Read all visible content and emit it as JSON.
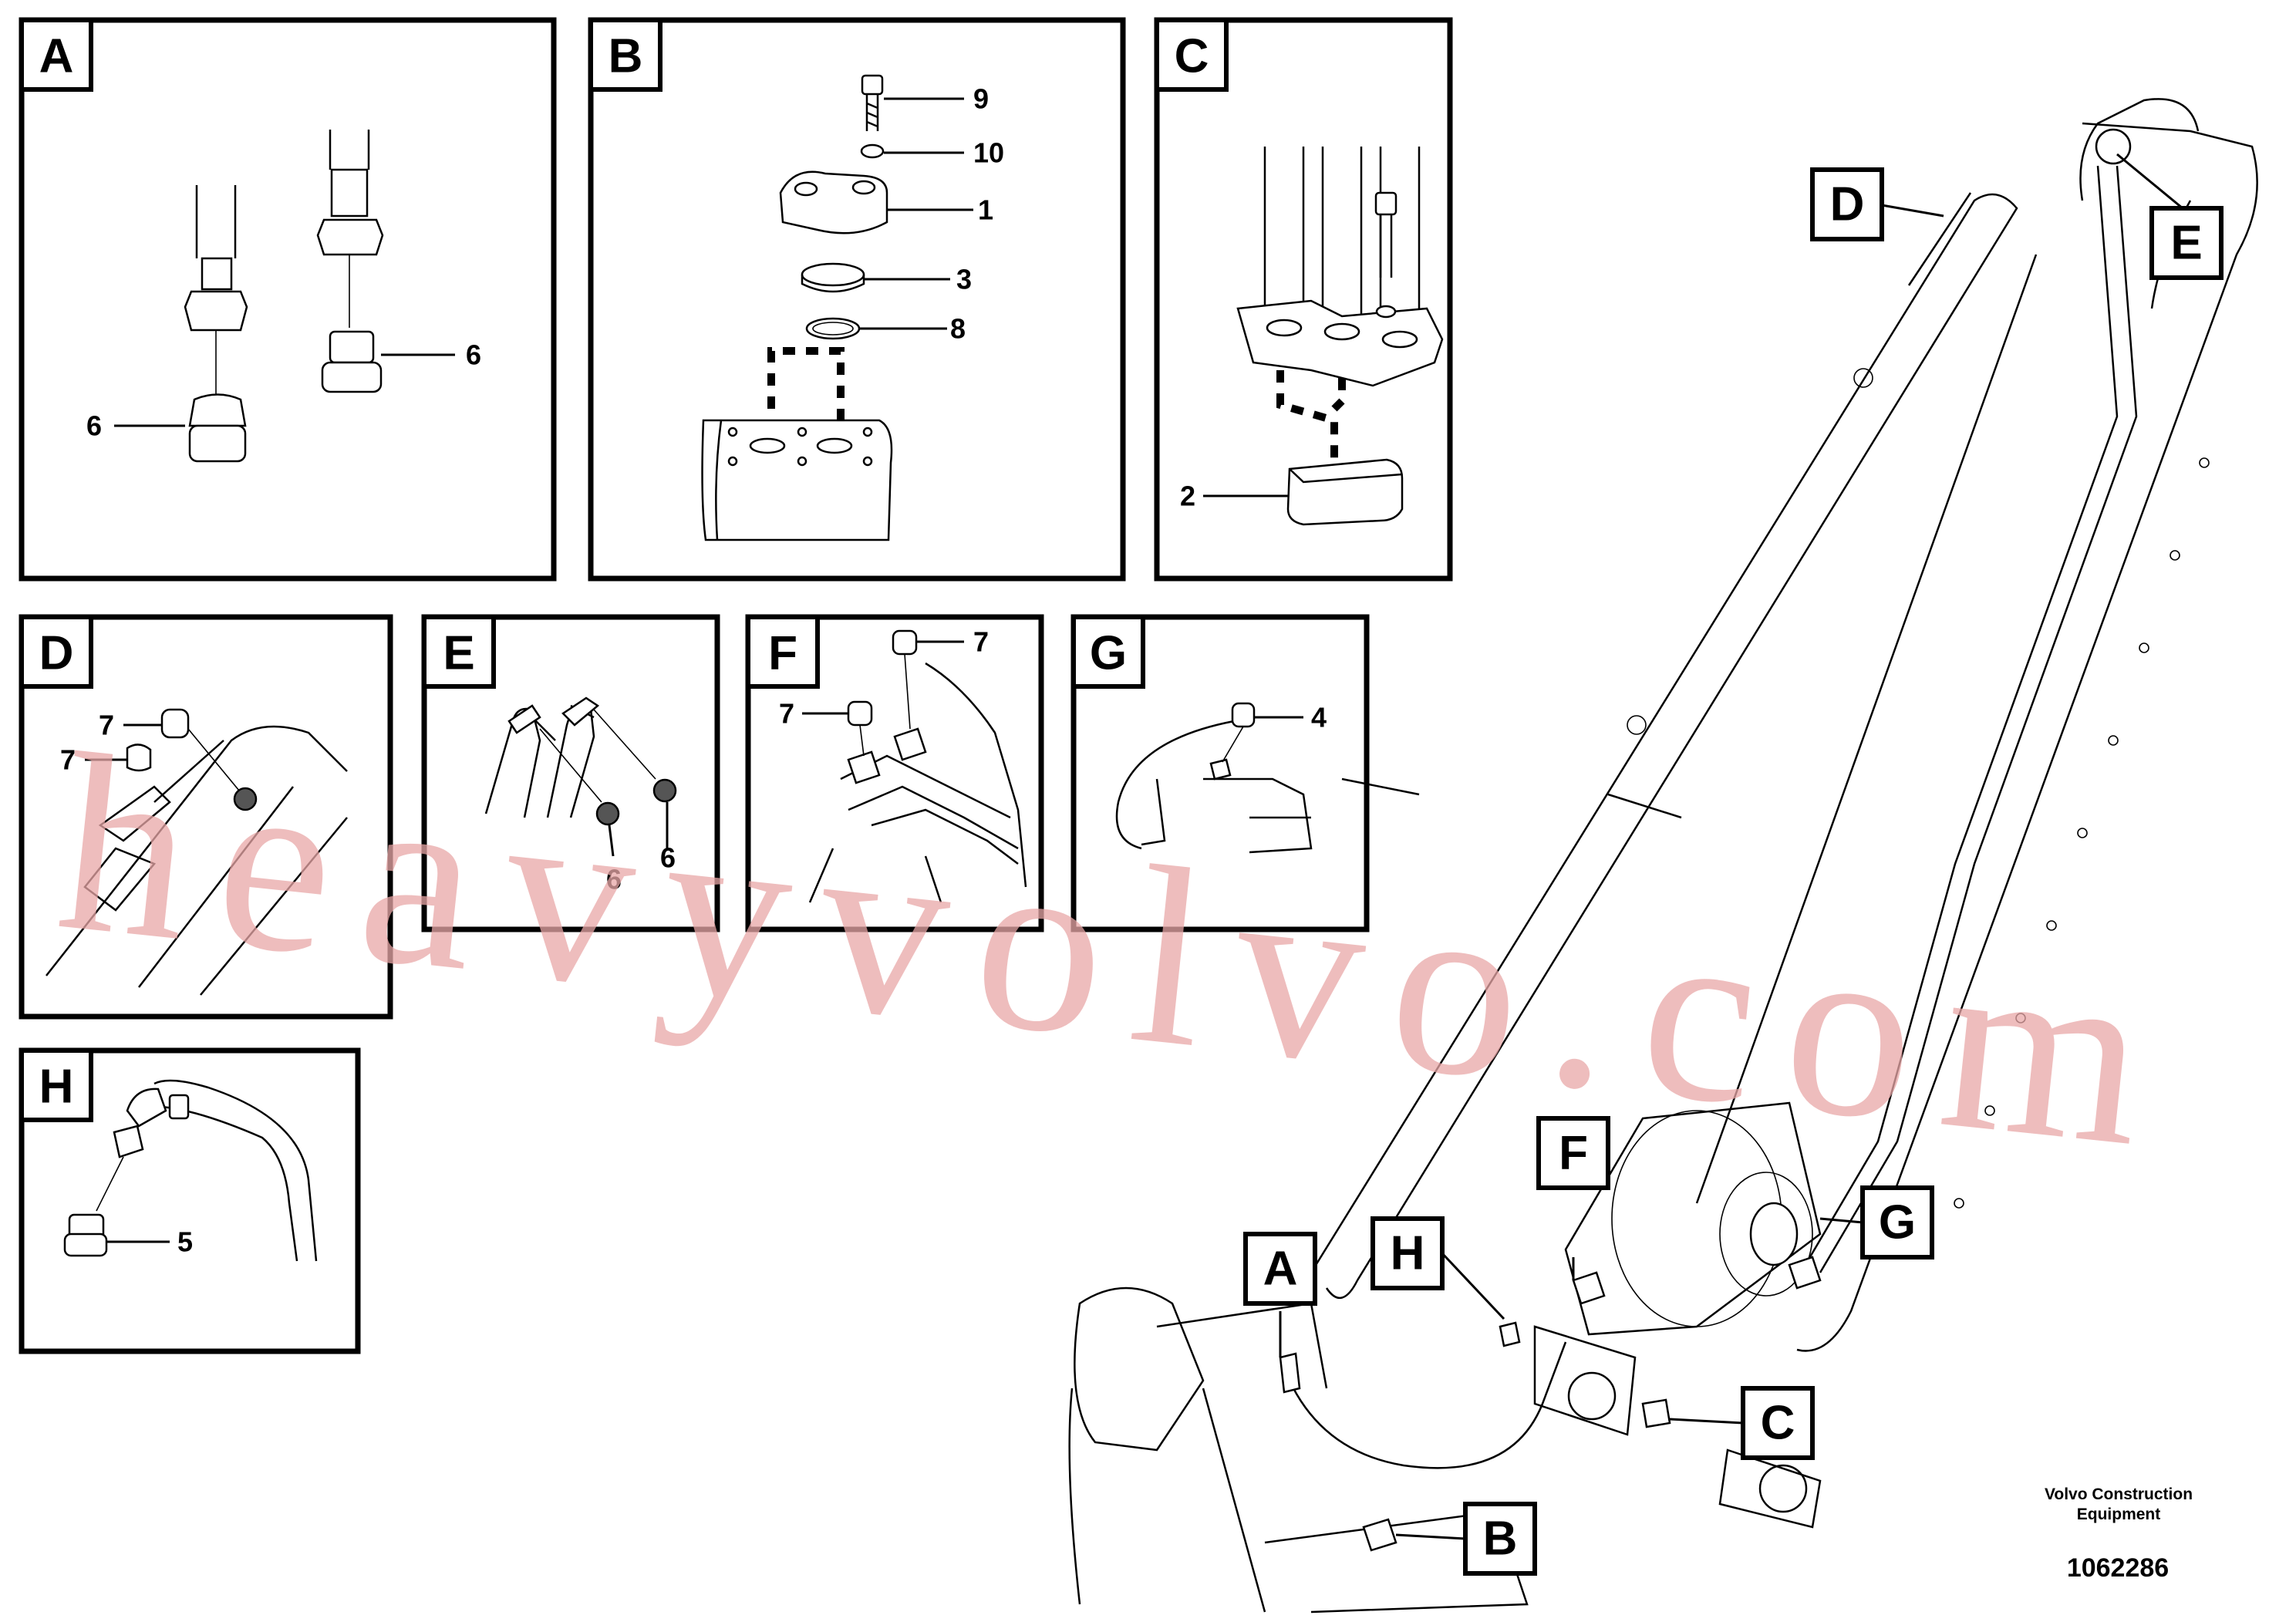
{
  "detail_views": [
    {
      "id": "A",
      "callouts": [
        "6",
        "6"
      ]
    },
    {
      "id": "B",
      "callouts": [
        "9",
        "10",
        "1",
        "3",
        "8"
      ]
    },
    {
      "id": "C",
      "callouts": [
        "2"
      ]
    },
    {
      "id": "D",
      "callouts": [
        "7",
        "7"
      ]
    },
    {
      "id": "E",
      "callouts": [
        "6",
        "6"
      ]
    },
    {
      "id": "F",
      "callouts": [
        "7",
        "7"
      ]
    },
    {
      "id": "G",
      "callouts": [
        "4"
      ]
    },
    {
      "id": "H",
      "callouts": [
        "5"
      ]
    }
  ],
  "overview_tags": [
    "A",
    "B",
    "C",
    "D",
    "E",
    "F",
    "G",
    "H"
  ],
  "watermark": "heavyvolvo.com",
  "credit": {
    "line1": "Volvo Construction",
    "line2": "Equipment"
  },
  "document_number": "1062286",
  "colors": {
    "line": "#000000",
    "watermark": "#e9a7a7",
    "background": "#ffffff"
  }
}
